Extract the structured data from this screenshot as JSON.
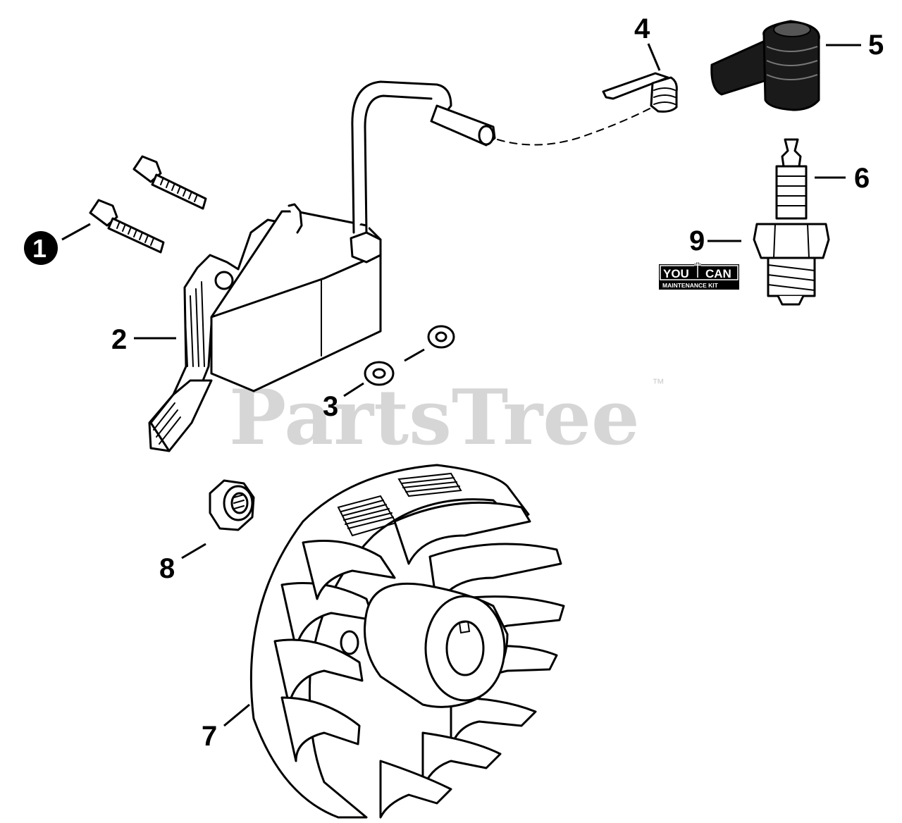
{
  "watermark": {
    "text": "PartsTree",
    "tm": "™"
  },
  "callouts": [
    {
      "id": "1",
      "label": "1"
    },
    {
      "id": "2",
      "label": "2"
    },
    {
      "id": "3",
      "label": "3"
    },
    {
      "id": "4",
      "label": "4"
    },
    {
      "id": "5",
      "label": "5"
    },
    {
      "id": "6",
      "label": "6"
    },
    {
      "id": "7",
      "label": "7"
    },
    {
      "id": "8",
      "label": "8"
    },
    {
      "id": "9",
      "label": "9"
    }
  ],
  "logo": {
    "line1_left": "YOU",
    "line1_right": "CAN",
    "line2": "MAINTENANCE KIT"
  },
  "colors": {
    "ink": "#000000",
    "watermark": "#cfcfcf"
  }
}
